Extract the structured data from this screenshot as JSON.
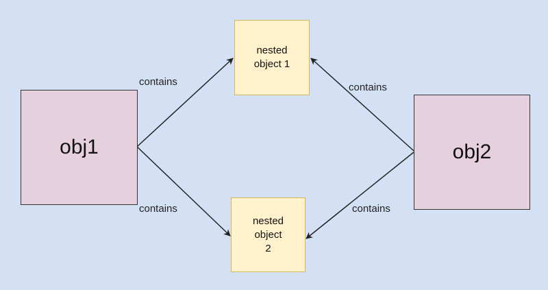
{
  "colors": {
    "background": "#d4e1f5",
    "object_fill": "#e6d0de",
    "nested_fill": "#fff2cc",
    "nested_border": "#d6b656",
    "edge": "#222222"
  },
  "nodes": {
    "obj1": {
      "label": "obj1"
    },
    "obj2": {
      "label": "obj2"
    },
    "nested1": {
      "label_lines": [
        "nested",
        "object 1"
      ]
    },
    "nested2": {
      "label_lines": [
        "nested",
        "object",
        "2"
      ]
    }
  },
  "edges": [
    {
      "from": "obj1",
      "to": "nested1",
      "label": "contains"
    },
    {
      "from": "obj1",
      "to": "nested2",
      "label": "contains"
    },
    {
      "from": "obj2",
      "to": "nested1",
      "label": "contains"
    },
    {
      "from": "obj2",
      "to": "nested2",
      "label": "contains"
    }
  ]
}
